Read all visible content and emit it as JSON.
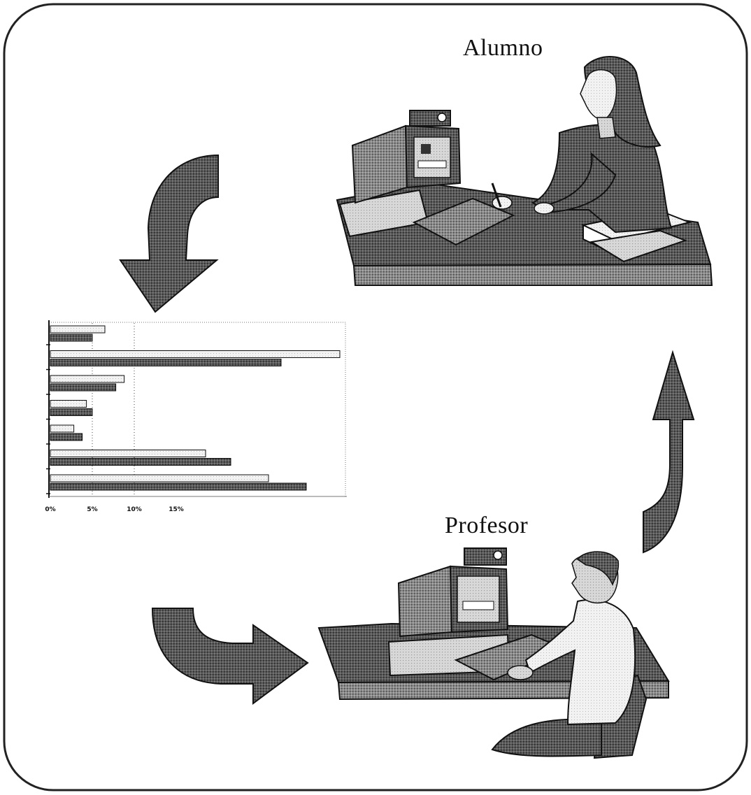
{
  "labels": {
    "student": "Alumno",
    "teacher": "Profesor"
  },
  "figures": {
    "student": "woman-at-computer-desk",
    "teacher": "man-at-computer-desk"
  },
  "arrows": {
    "top_left": "curved-arrow-down",
    "bottom_left": "curved-arrow-right",
    "right": "curved-arrow-up"
  },
  "chart_data": {
    "type": "bar",
    "orientation": "horizontal",
    "x_tick_labels": [
      "0%",
      "5%",
      "10%",
      "15%"
    ],
    "xlim": [
      0,
      35
    ],
    "grid": "vertical dotted lines at 5% and 10%",
    "series": [
      {
        "values": [
          6.5,
          34.5,
          8.8,
          4.3,
          2.8,
          18.5,
          26
        ]
      },
      {
        "values": [
          5,
          27.5,
          7.8,
          5,
          3.8,
          21.5,
          30.5
        ]
      }
    ]
  },
  "colors": {
    "frame": "#222222",
    "arrow_fill": "#555555",
    "bar_light": "#eeeeee",
    "bar_dark": "#666666",
    "desk": "#4a4a4a"
  }
}
